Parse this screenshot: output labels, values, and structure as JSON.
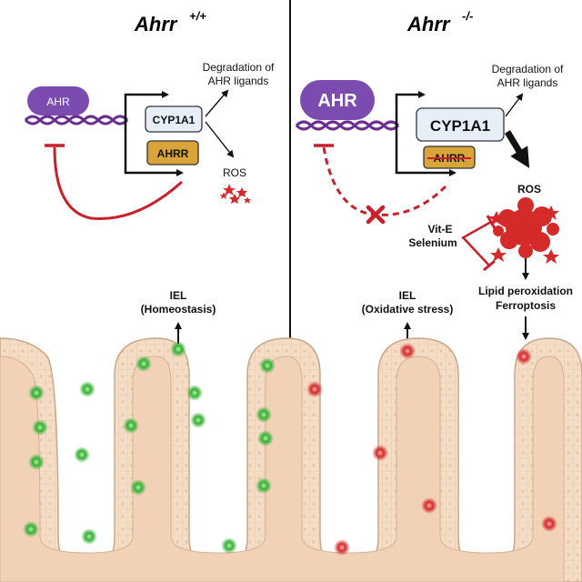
{
  "left_panel": {
    "title_gene": "Ahrr",
    "title_genotype": "+/+",
    "ahr_label": "AHR",
    "cyp1a1_label": "CYP1A1",
    "ahrr_label": "AHRR",
    "degradation_line1": "Degradation of",
    "degradation_line2": "AHR ligands",
    "ros_label": "ROS",
    "iel_label": "IEL",
    "iel_state": "(Homeostasis)"
  },
  "right_panel": {
    "title_gene": "Ahrr",
    "title_genotype": "-/-",
    "ahr_label": "AHR",
    "cyp1a1_label": "CYP1A1",
    "ahrr_label": "AHRR",
    "degradation_line1": "Degradation of",
    "degradation_line2": "AHR ligands",
    "ros_label": "ROS",
    "vite_label": "Vit-E",
    "selenium_label": "Selenium",
    "lipid_label": "Lipid peroxidation",
    "ferroptosis_label": "Ferroptosis",
    "iel_label": "IEL",
    "iel_state": "(Oxidative stress)"
  },
  "colors": {
    "ahr_purple": "#7b4bb0",
    "dna_purple": "#6a2c8f",
    "ahrr_gold": "#d9a43a",
    "cyp_box": "#e8eef8",
    "inhibit_red": "#c8202a",
    "ros_red": "#d42a2a",
    "tissue": "#f5dcc4",
    "tissue_edge": "#c9a78a",
    "healthy_cell": "#35b035",
    "stressed_cell": "#d42a2a"
  }
}
